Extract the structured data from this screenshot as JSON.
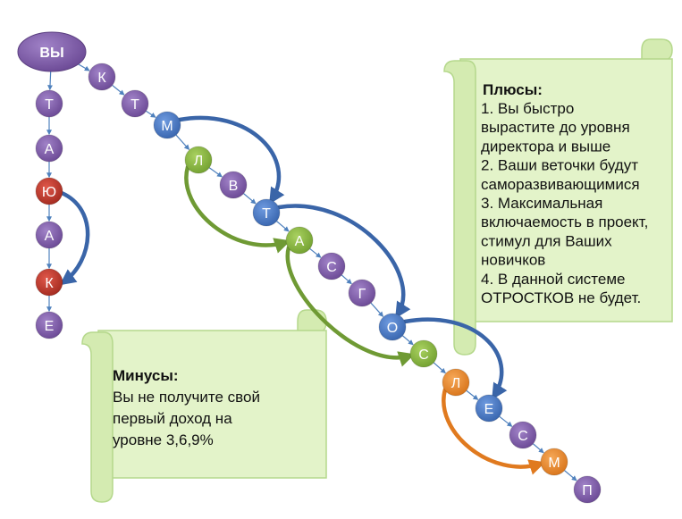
{
  "palette": {
    "purple": "#7c5aa6",
    "red": "#c0392b",
    "blue": "#4a7bc4",
    "green": "#8cb845",
    "orange": "#e98a2c",
    "connector": "#4f81bd",
    "arc_blue": "#3a65a8",
    "arc_green": "#6f9a34",
    "arc_orange": "#e07a1f",
    "scroll_fill": "#e3f3c9",
    "scroll_stroke": "#b5d88c"
  },
  "nodes": [
    {
      "id": "you",
      "label": "ВЫ",
      "color": "purple"
    },
    {
      "id": "c1",
      "label": "Т",
      "color": "purple"
    },
    {
      "id": "c2",
      "label": "А",
      "color": "purple"
    },
    {
      "id": "c3",
      "label": "Ю",
      "color": "red"
    },
    {
      "id": "c4",
      "label": "А",
      "color": "purple"
    },
    {
      "id": "c5",
      "label": "К",
      "color": "red"
    },
    {
      "id": "c6",
      "label": "Е",
      "color": "purple"
    },
    {
      "id": "d1",
      "label": "К",
      "color": "purple"
    },
    {
      "id": "d2",
      "label": "Т",
      "color": "purple"
    },
    {
      "id": "d3",
      "label": "М",
      "color": "blue"
    },
    {
      "id": "d4",
      "label": "Л",
      "color": "green"
    },
    {
      "id": "d5",
      "label": "В",
      "color": "purple"
    },
    {
      "id": "d6",
      "label": "Т",
      "color": "blue"
    },
    {
      "id": "d7",
      "label": "А",
      "color": "green"
    },
    {
      "id": "d8",
      "label": "С",
      "color": "purple"
    },
    {
      "id": "d9",
      "label": "Г",
      "color": "purple"
    },
    {
      "id": "d10",
      "label": "О",
      "color": "blue"
    },
    {
      "id": "d11",
      "label": "С",
      "color": "green"
    },
    {
      "id": "d12",
      "label": "Л",
      "color": "orange"
    },
    {
      "id": "d13",
      "label": "Е",
      "color": "blue"
    },
    {
      "id": "d14",
      "label": "С",
      "color": "purple"
    },
    {
      "id": "d15",
      "label": "М",
      "color": "orange"
    },
    {
      "id": "d16",
      "label": "П",
      "color": "purple"
    }
  ],
  "arcs": [
    {
      "from": "c3",
      "to": "c5",
      "color": "arc_blue"
    },
    {
      "from": "d3",
      "to": "d6",
      "color": "arc_blue"
    },
    {
      "from": "d6",
      "to": "d10",
      "color": "arc_blue"
    },
    {
      "from": "d10",
      "to": "d13",
      "color": "arc_blue"
    },
    {
      "from": "d4",
      "to": "d7",
      "color": "arc_green"
    },
    {
      "from": "d7",
      "to": "d11",
      "color": "arc_green"
    },
    {
      "from": "d12",
      "to": "d15",
      "color": "arc_orange"
    }
  ],
  "pros": {
    "title": "Плюсы:",
    "lines": [
      "1. Вы быстро",
      "вырастите до уровня",
      "директора и выше",
      "2. Ваши веточки будут",
      "саморазвивающимися",
      "3. Максимальная",
      "включаемость в проект,",
      "стимул для Ваших",
      "новичков",
      "4. В данной системе",
      "ОТРОСТКОВ не будет."
    ]
  },
  "cons": {
    "title": "Минусы:",
    "lines": [
      "Вы не получите свой",
      "первый доход на",
      "уровне 3,6,9%"
    ]
  }
}
